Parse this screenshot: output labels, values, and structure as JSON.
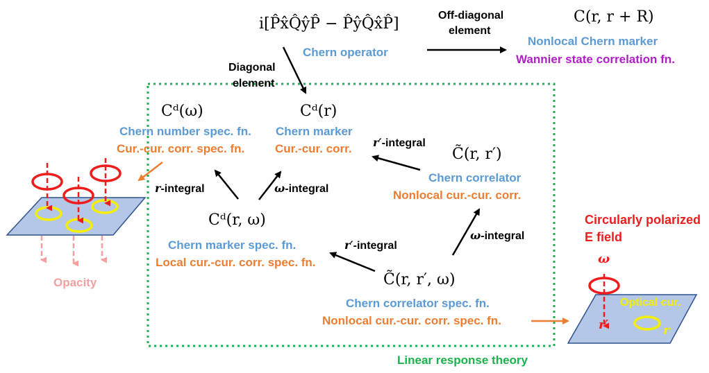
{
  "colors": {
    "blue": "#5b9bd5",
    "orange": "#ed7d31",
    "purple": "#b01ec8",
    "green": "#1ab24c",
    "red": "#ee1c1c",
    "yellow": "#f5f000",
    "pink": "#f4a0a0",
    "plane": "#b4c7e7"
  },
  "top": {
    "operator_formula": "i[P̂x̂Q̂ŷP̂ − P̂ŷQ̂x̂P̂]",
    "operator_label": "Chern operator",
    "offdiag_label_1": "Off-diagonal",
    "offdiag_label_2": "element",
    "nonlocal_formula": "C(r, r + R)",
    "nonlocal_label": "Nonlocal Chern marker",
    "wannier_label": "Wannier state correlation fn.",
    "diag_label_1": "Diagonal",
    "diag_label_2": "element"
  },
  "box": {
    "cd_omega": {
      "formula": "Cᵈ(ω)",
      "blue": "Chern number spec. fn.",
      "orange": "Cur.-cur. corr. spec. fn."
    },
    "cd_r": {
      "formula": "Cᵈ(r)",
      "blue": "Chern marker",
      "orange": "Cur.-cur. corr."
    },
    "ctilde_rr": {
      "formula": "C̃(r, r′)",
      "blue": "Chern correlator",
      "orange": "Nonlocal cur.-cur. corr."
    },
    "cd_r_omega": {
      "formula": "Cᵈ(r, ω)",
      "blue": "Chern marker spec. fn.",
      "orange": "Local cur.-cur. corr. spec. fn."
    },
    "ctilde_rr_omega": {
      "formula": "C̃(r, r′, ω)",
      "blue": "Chern correlator spec. fn.",
      "orange": "Nonlocal cur.-cur. corr. spec. fn."
    },
    "r_integral_sym": "r",
    "r_integral_text": "-integral",
    "omega_integral_sym": "ω",
    "omega_integral_text": "-integral",
    "rprime_integral_sym": "r′",
    "rprime_integral_text": "-integral",
    "linear_response": "Linear response theory"
  },
  "left_fig": {
    "opacity_label": "Opacity"
  },
  "right_fig": {
    "circ_pol_1": "Circularly polarized",
    "circ_pol_2": "E field",
    "omega_sym": "ω",
    "rprime_sym": "r′",
    "optical_cur": "Optical cur.",
    "r_sym": "r"
  }
}
